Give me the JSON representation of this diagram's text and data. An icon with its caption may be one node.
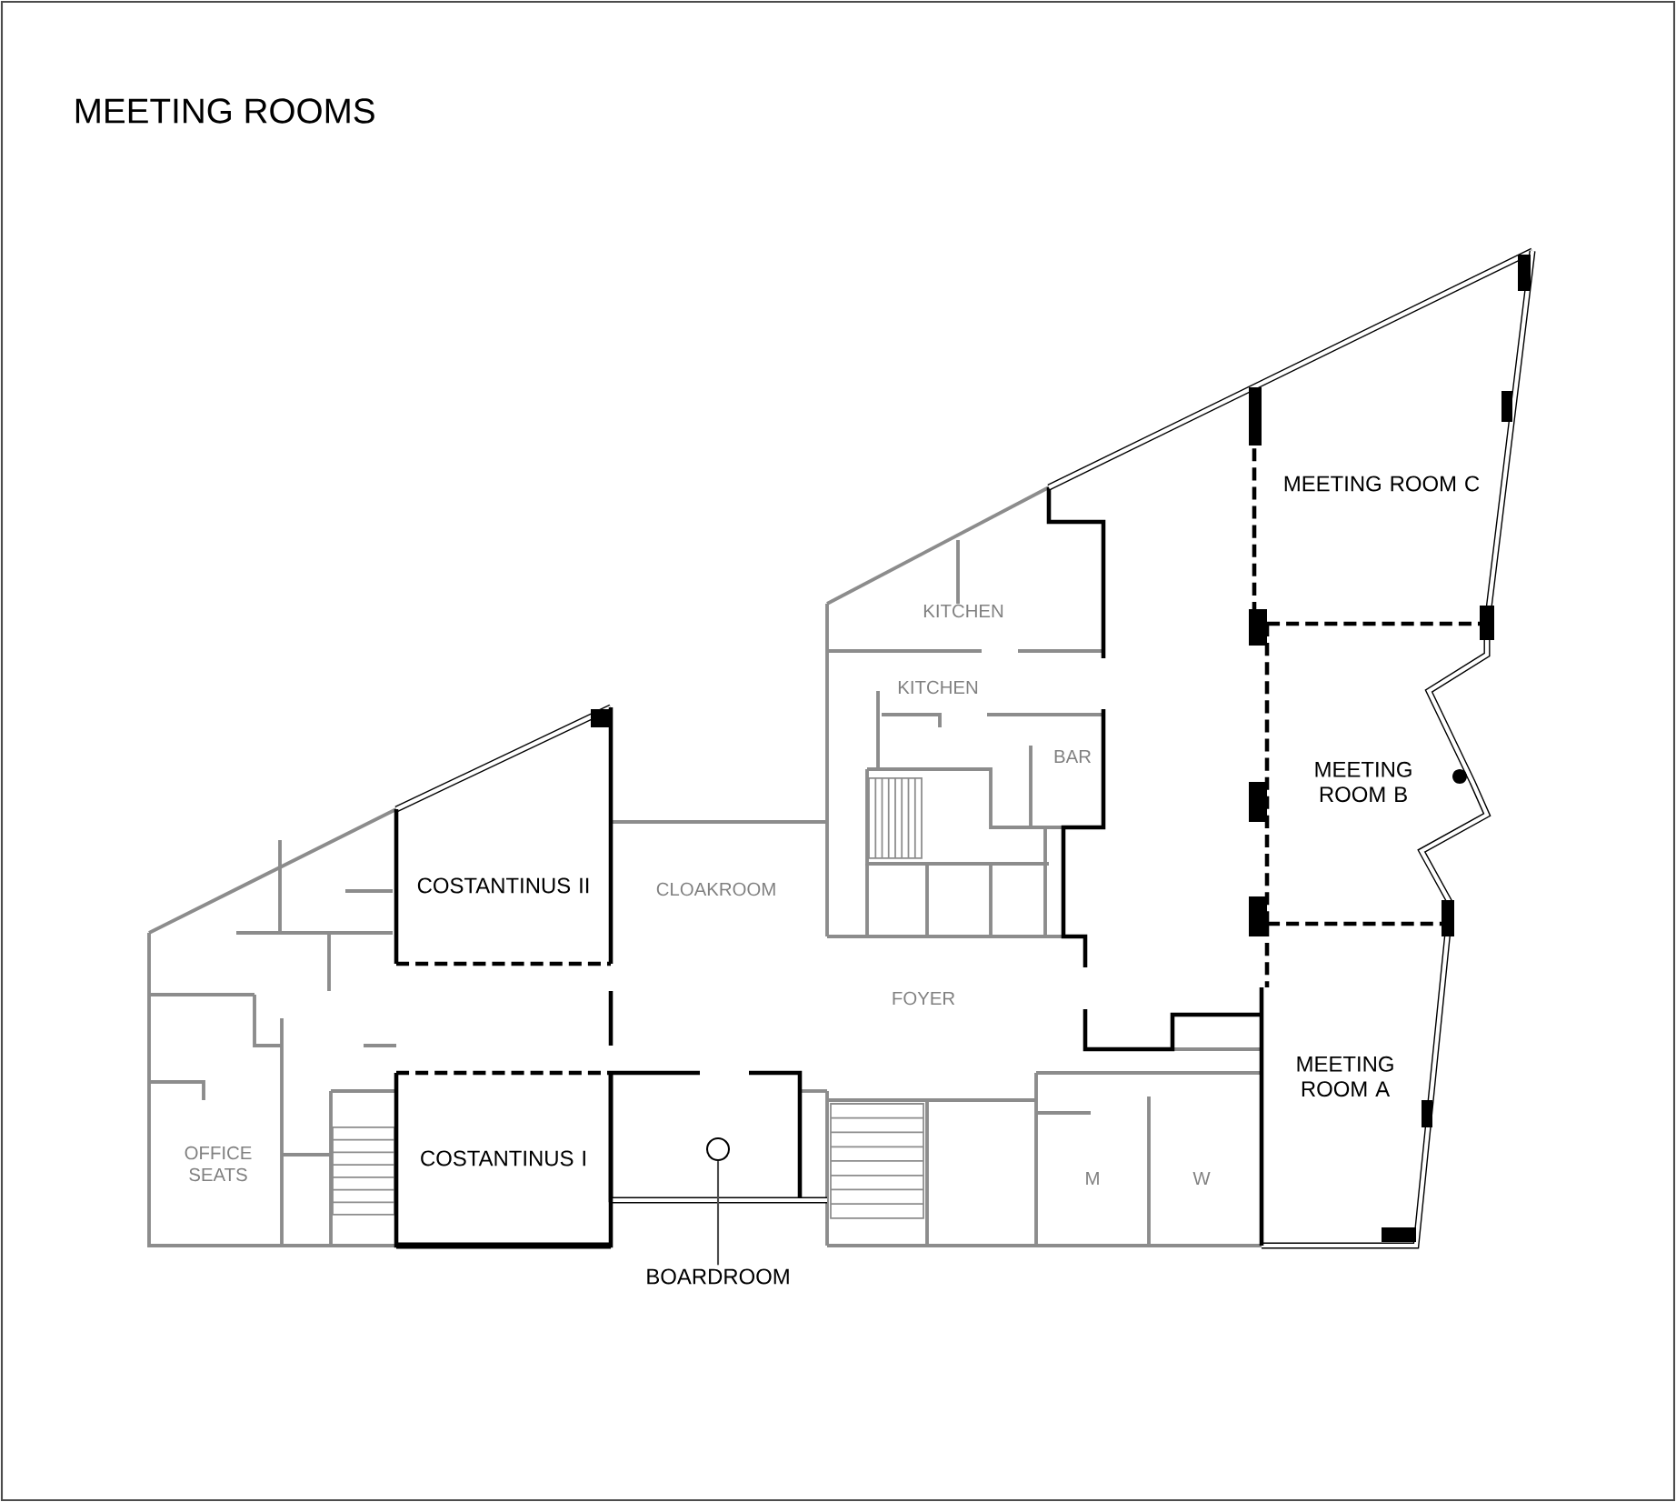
{
  "diagram": {
    "title": "MEETING ROOMS",
    "nodes": [
      {
        "text": [
          "COSTANTINUS II"
        ]
      },
      {
        "text": [
          "COSTANTINUS I"
        ]
      },
      {
        "text": [
          "MEETING ROOM C"
        ]
      },
      {
        "text": [
          "MEETING ROOM B"
        ]
      },
      {
        "text": [
          "MEETING ROOM A"
        ]
      },
      {
        "text": [
          "BOARDROOM"
        ]
      },
      {
        "text": [],
        "shape": "circle"
      }
    ],
    "edges": [
      {
        "from": 5,
        "to": 6,
        "arrow": "none"
      }
    ],
    "labels": [
      "KITCHEN",
      "KITCHEN",
      "BAR",
      "CLOAKROOM",
      "FOYER",
      "OFFICE SEATS",
      "M",
      "W"
    ]
  }
}
